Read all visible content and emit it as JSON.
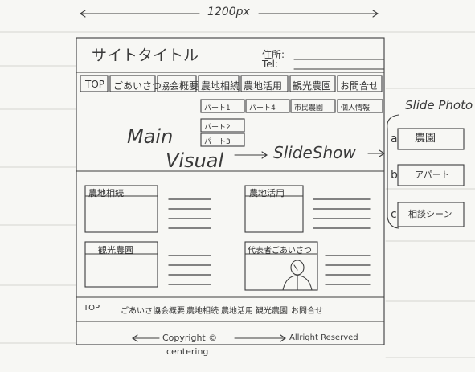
{
  "width_label": "1200px",
  "header": {
    "site_title": "サイトタイトル",
    "address_label": "住所:",
    "tel_label": "Tel:"
  },
  "nav": {
    "items": [
      "TOP",
      "ごあいさつ",
      "協会概要",
      "農地相続",
      "農地活用",
      "観光農園",
      "お問合せ"
    ]
  },
  "subnav": {
    "col_a": [
      "パート1",
      "パート2",
      "パート3"
    ],
    "col_b": [
      "パート4"
    ],
    "col_c": [
      "市民農園"
    ],
    "col_d": [
      "個人情報"
    ]
  },
  "hero": {
    "main_line1": "Main",
    "main_line2": "Visual",
    "arrow": "—→",
    "slideshow": "SlideShow"
  },
  "slide_photo": {
    "title": "Slide Photo",
    "items": [
      {
        "marker": "a",
        "label": "農園"
      },
      {
        "marker": "b",
        "label": "アパート"
      },
      {
        "marker": "c",
        "label": "相談シーン"
      }
    ]
  },
  "content": {
    "box1_label": "農地相続",
    "box2_label": "農地活用",
    "box3_label": "観光農園",
    "box4_label": "代表者ごあいさつ"
  },
  "footer": {
    "nav": [
      "TOP",
      "ごあいさつ",
      "協会概要",
      "農地相続",
      "農地活用",
      "観光農園",
      "お問合せ"
    ],
    "copyright": "Copyright ©",
    "rights": "Allright Reserved",
    "centering": "centering"
  }
}
